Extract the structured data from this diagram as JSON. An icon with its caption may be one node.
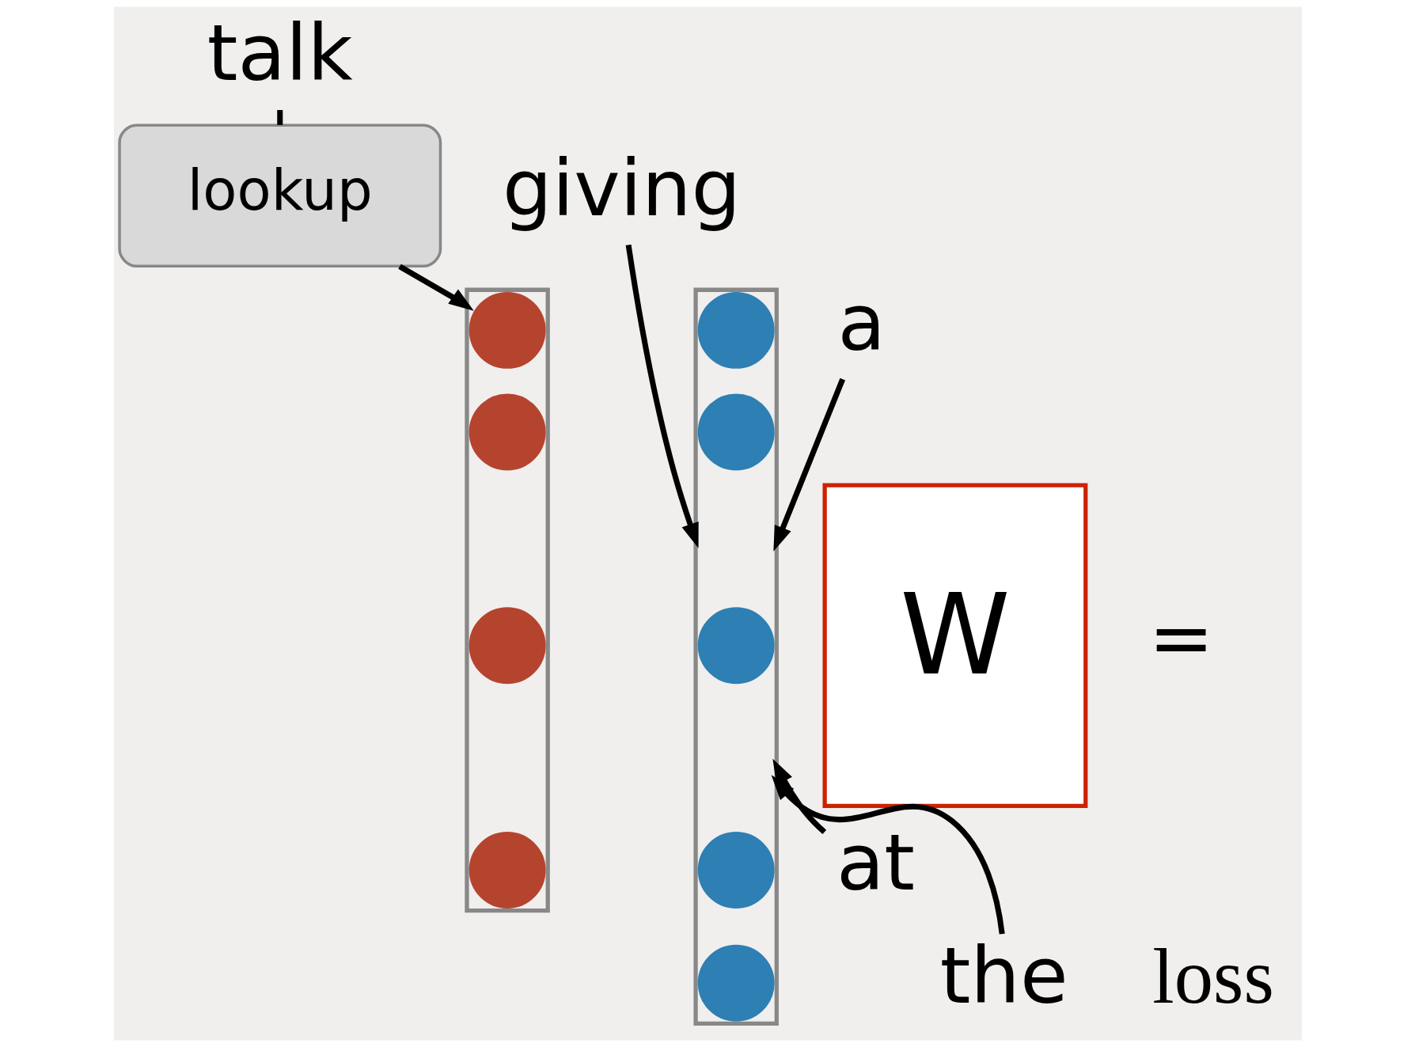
{
  "diagram": {
    "nodes": [
      {
        "text": [
          "talk"
        ]
      },
      {
        "text": [
          "giving"
        ]
      },
      {
        "text": [
          "lookup"
        ]
      },
      {
        "text": [
          "W"
        ]
      },
      {
        "text": [],
        "shape": "box"
      },
      {
        "text": [],
        "shape": "circle",
        "in": 4
      },
      {
        "text": [],
        "shape": "circle",
        "in": 4
      },
      {
        "text": [],
        "shape": "circle",
        "in": 4
      },
      {
        "text": [],
        "shape": "circle",
        "in": 4
      },
      {
        "text": [],
        "shape": "box"
      },
      {
        "text": [],
        "shape": "circle",
        "in": 9
      },
      {
        "text": [],
        "shape": "circle",
        "in": 9
      },
      {
        "text": [],
        "shape": "circle",
        "in": 9
      },
      {
        "text": [],
        "shape": "circle",
        "in": 9
      },
      {
        "text": [],
        "shape": "circle",
        "in": 9
      },
      {
        "text": [
          "a"
        ]
      },
      {
        "text": [
          "at"
        ]
      },
      {
        "text": [
          "the"
        ]
      }
    ],
    "edges": [
      {
        "from": 0,
        "to": 2,
        "arrow": "none"
      },
      {
        "from": 2,
        "to": 4,
        "arrow": "to"
      },
      {
        "from": 1,
        "to": 9,
        "arrow": "to"
      },
      {
        "from": 15,
        "to": 9,
        "arrow": "to"
      },
      {
        "from": 16,
        "to": 9,
        "arrow": "to"
      },
      {
        "from": 17,
        "to": 9,
        "arrow": "to"
      }
    ],
    "labels": [
      "=",
      "loss"
    ]
  }
}
